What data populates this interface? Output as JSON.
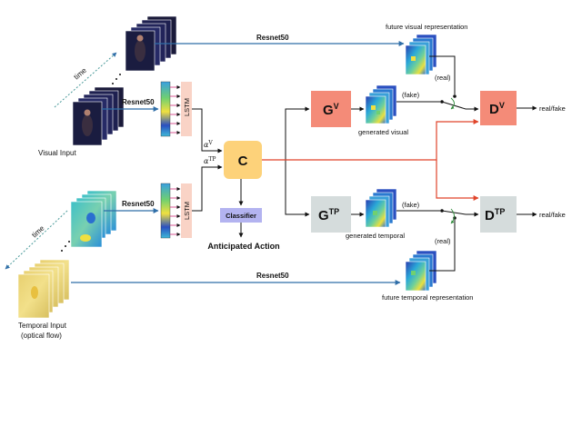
{
  "inputs": {
    "visual_label": "Visual Input",
    "temporal_label_line1": "Temporal Input",
    "temporal_label_line2": "(optical flow)",
    "time_label": "time"
  },
  "encoders": {
    "resnet_label": "Resnet50",
    "lstm_label": "LSTM"
  },
  "weights": {
    "alpha_v": "αV",
    "alpha_tp": "αTP"
  },
  "center": {
    "c_label": "C",
    "classifier_label": "Classifier",
    "anticipated_label": "Anticipated Action"
  },
  "generators": {
    "gv_base": "G",
    "gv_sup": "V",
    "gtp_base": "G",
    "gtp_sup": "TP",
    "generated_visual": "generated visual",
    "generated_temporal": "generated temporal"
  },
  "discriminators": {
    "dv_base": "D",
    "dv_sup": "V",
    "dtp_base": "D",
    "dtp_sup": "TP",
    "output": "real/fake"
  },
  "representations": {
    "future_visual": "future visual representation",
    "future_temporal": "future temporal representation",
    "real": "(real)",
    "fake": "(fake)"
  },
  "colors": {
    "arrow_blue": "#2f6ea8",
    "arrow_red": "#e0442a",
    "g_v": "#f48b78",
    "g_tp": "#d5dcdc",
    "c_box": "#fdd27a",
    "classifier": "#b3b3f0",
    "lstm": "#f9d3c6"
  }
}
